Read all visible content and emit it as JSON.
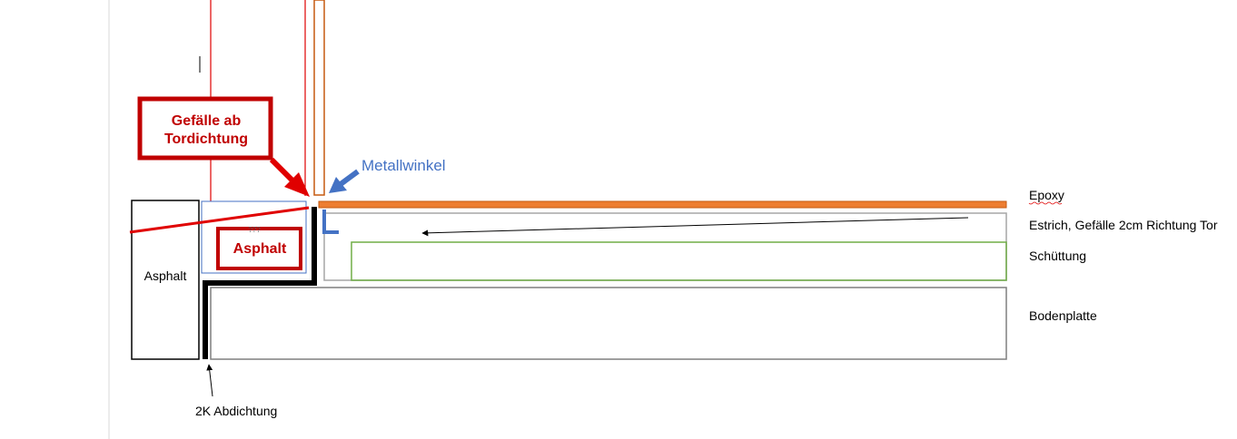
{
  "labels": {
    "gefaelle_line1": "Gefälle ab",
    "gefaelle_line2": "Tordichtung",
    "metallwinkel": "Metallwinkel",
    "asphalt_red": "Asphalt",
    "asphalt_block": "Asphalt",
    "epoxy": "Epoxy",
    "estrich": "Estrich, Gefälle 2cm Richtung Tor",
    "schuettung": "Schüttung",
    "bodenplatte": "Bodenplatte",
    "abdichtung": "2K Abdichtung",
    "dots": "???"
  },
  "colors": {
    "red": "#e00000",
    "dark_red": "#c00000",
    "orange": "#ed7d31",
    "orange_dark": "#c55a11",
    "blue": "#4472c4",
    "green": "#70ad47",
    "gray": "#7f7f7f",
    "black": "#000000"
  }
}
